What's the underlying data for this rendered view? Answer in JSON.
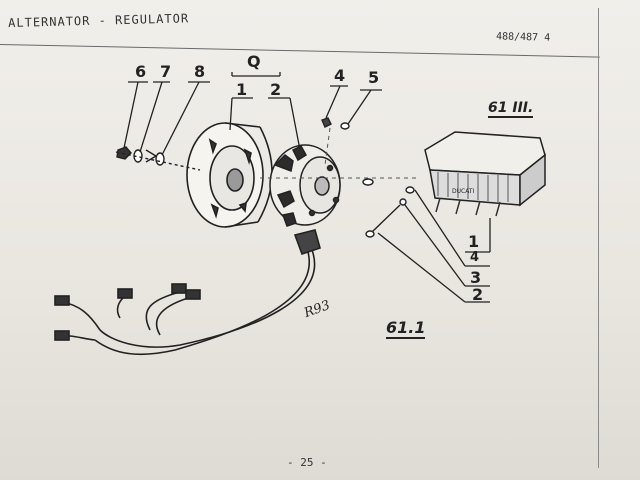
{
  "header": {
    "title": "ALTERNATOR - REGULATOR",
    "model": "488/487 4"
  },
  "callouts": {
    "group": "Q",
    "c1": "1",
    "c2": "2",
    "c4": "4",
    "c5": "5",
    "c6": "6",
    "c7": "7",
    "c8": "8",
    "r1": "1",
    "r4": "4",
    "r3": "3",
    "r2": "2"
  },
  "refs": {
    "regulator_ref": "61 III.",
    "alternator_ref": "61.1",
    "signature": "R93"
  },
  "footer": {
    "page_number": "- 25 -"
  }
}
